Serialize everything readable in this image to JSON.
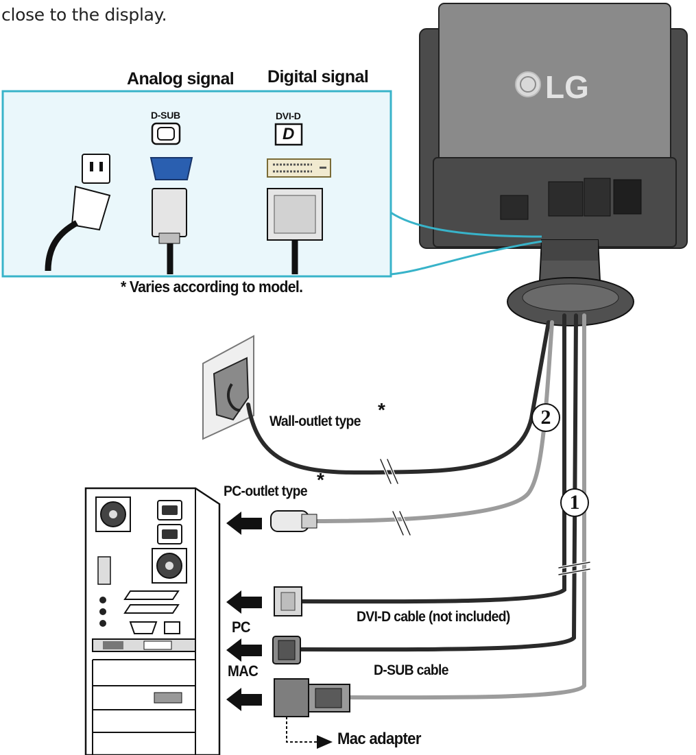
{
  "intro_text": "close to the display.",
  "inset": {
    "analog_heading": "Analog signal",
    "digital_heading": "Digital signal",
    "dsub_port": "D-SUB",
    "dvid_port": "DVI-D",
    "dvid_symbol": "D",
    "footnote": "* Varies according to model."
  },
  "monitor": {
    "brand": "LG"
  },
  "power": {
    "wall_outlet": "Wall-outlet type",
    "pc_outlet": "PC-outlet type",
    "asterisk": "*",
    "step_number": "2"
  },
  "signal": {
    "step_number": "1",
    "pc_label": "PC",
    "mac_label": "MAC",
    "dvid_cable": "DVI-D cable (not included)",
    "dsub_cable": "D-SUB cable",
    "mac_adapter": "Mac adapter"
  },
  "colors": {
    "inset_border": "#38b3c9",
    "inset_fill": "#eaf7fb",
    "cable_dark": "#2a2a2a",
    "cable_gray": "#9c9c9c",
    "monitor_body": "#8a8a8a"
  }
}
